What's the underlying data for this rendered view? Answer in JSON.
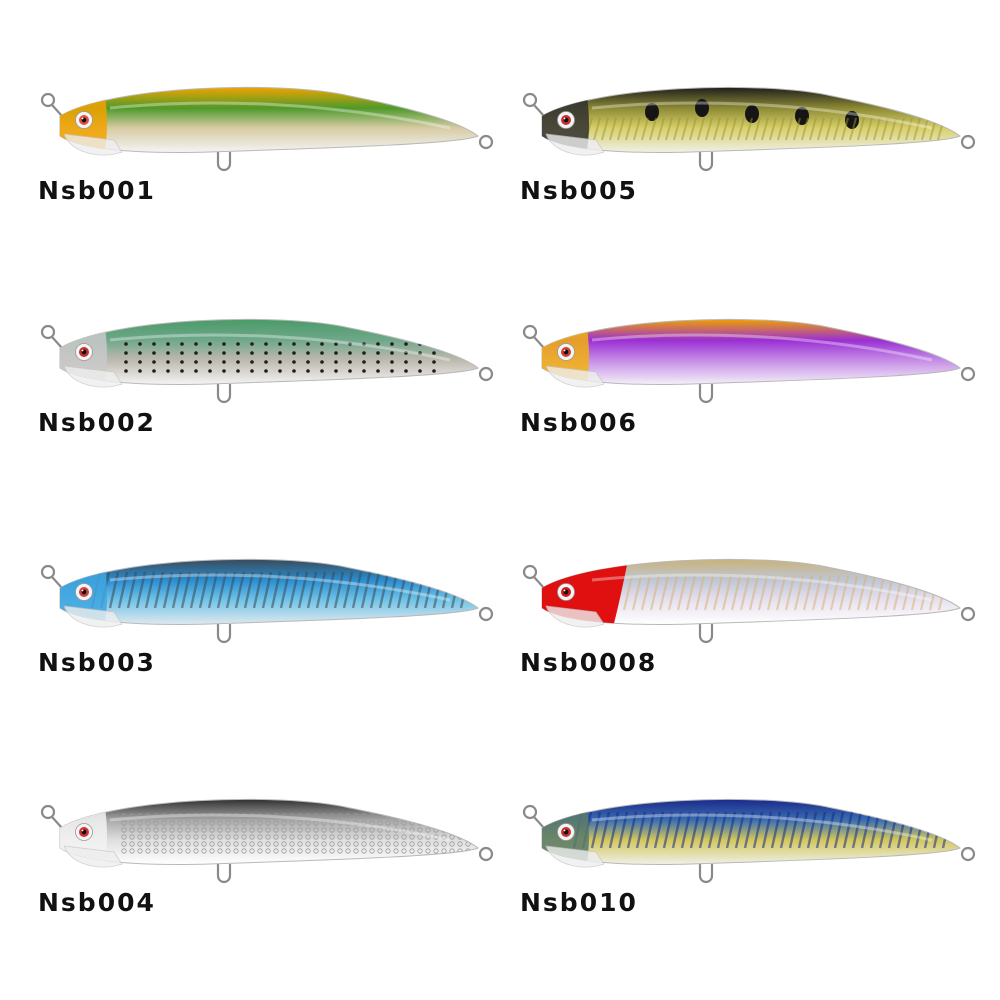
{
  "lures": [
    {
      "code": "Nsb001",
      "colors": {
        "back": "#f0a400",
        "mid": "#4e9a2a",
        "side": "#d6cba3",
        "belly": "#f4f4f4",
        "head": "#f2a200",
        "accent": "#e05040"
      },
      "pattern": "plain",
      "icon": "fishing-lure-icon"
    },
    {
      "code": "Nsb002",
      "colors": {
        "back": "#4a9a68",
        "mid": "#6fa88a",
        "side": "#bdb8ae",
        "belly": "#f4f4f4",
        "head": "#c9c9c9",
        "accent": "#c23030"
      },
      "pattern": "dots",
      "icon": "fishing-lure-icon"
    },
    {
      "code": "Nsb003",
      "colors": {
        "back": "#3a4a5a",
        "mid": "#2b8ed0",
        "side": "#6fc3e6",
        "belly": "#dfe8ee",
        "head": "#3fa6e0",
        "accent": "#d04040"
      },
      "pattern": "tiger",
      "icon": "fishing-lure-icon"
    },
    {
      "code": "Nsb004",
      "colors": {
        "back": "#303030",
        "mid": "#a9a9a9",
        "side": "#dedede",
        "belly": "#ffffff",
        "head": "#f2f2f2",
        "accent": "#d03030"
      },
      "pattern": "scales",
      "icon": "fishing-lure-icon"
    },
    {
      "code": "Nsb005",
      "colors": {
        "back": "#1e1e1e",
        "mid": "#8c8a34",
        "side": "#d7cf6a",
        "belly": "#f0f0e6",
        "head": "#303030",
        "accent": "#c83030"
      },
      "pattern": "spots",
      "icon": "fishing-lure-icon"
    },
    {
      "code": "Nsb006",
      "colors": {
        "back": "#f0a000",
        "mid": "#9a2fd4",
        "side": "#c48ae6",
        "belly": "#f4f0f8",
        "head": "#f2b010",
        "accent": "#d04030"
      },
      "pattern": "plain",
      "icon": "fishing-lure-icon"
    },
    {
      "code": "Nsb0008",
      "colors": {
        "back": "#c9b27a",
        "mid": "#bfc7d6",
        "side": "#e6e0ee",
        "belly": "#ffffff",
        "head": "#e01010",
        "accent": "#d01818"
      },
      "pattern": "redhead",
      "icon": "fishing-lure-icon"
    },
    {
      "code": "Nsb010",
      "colors": {
        "back": "#1b2a8c",
        "mid": "#3a6fb0",
        "side": "#d2c75a",
        "belly": "#eef0e8",
        "head": "#5a7a6a",
        "accent": "#c83030"
      },
      "pattern": "tiger",
      "icon": "fishing-lure-icon"
    }
  ]
}
